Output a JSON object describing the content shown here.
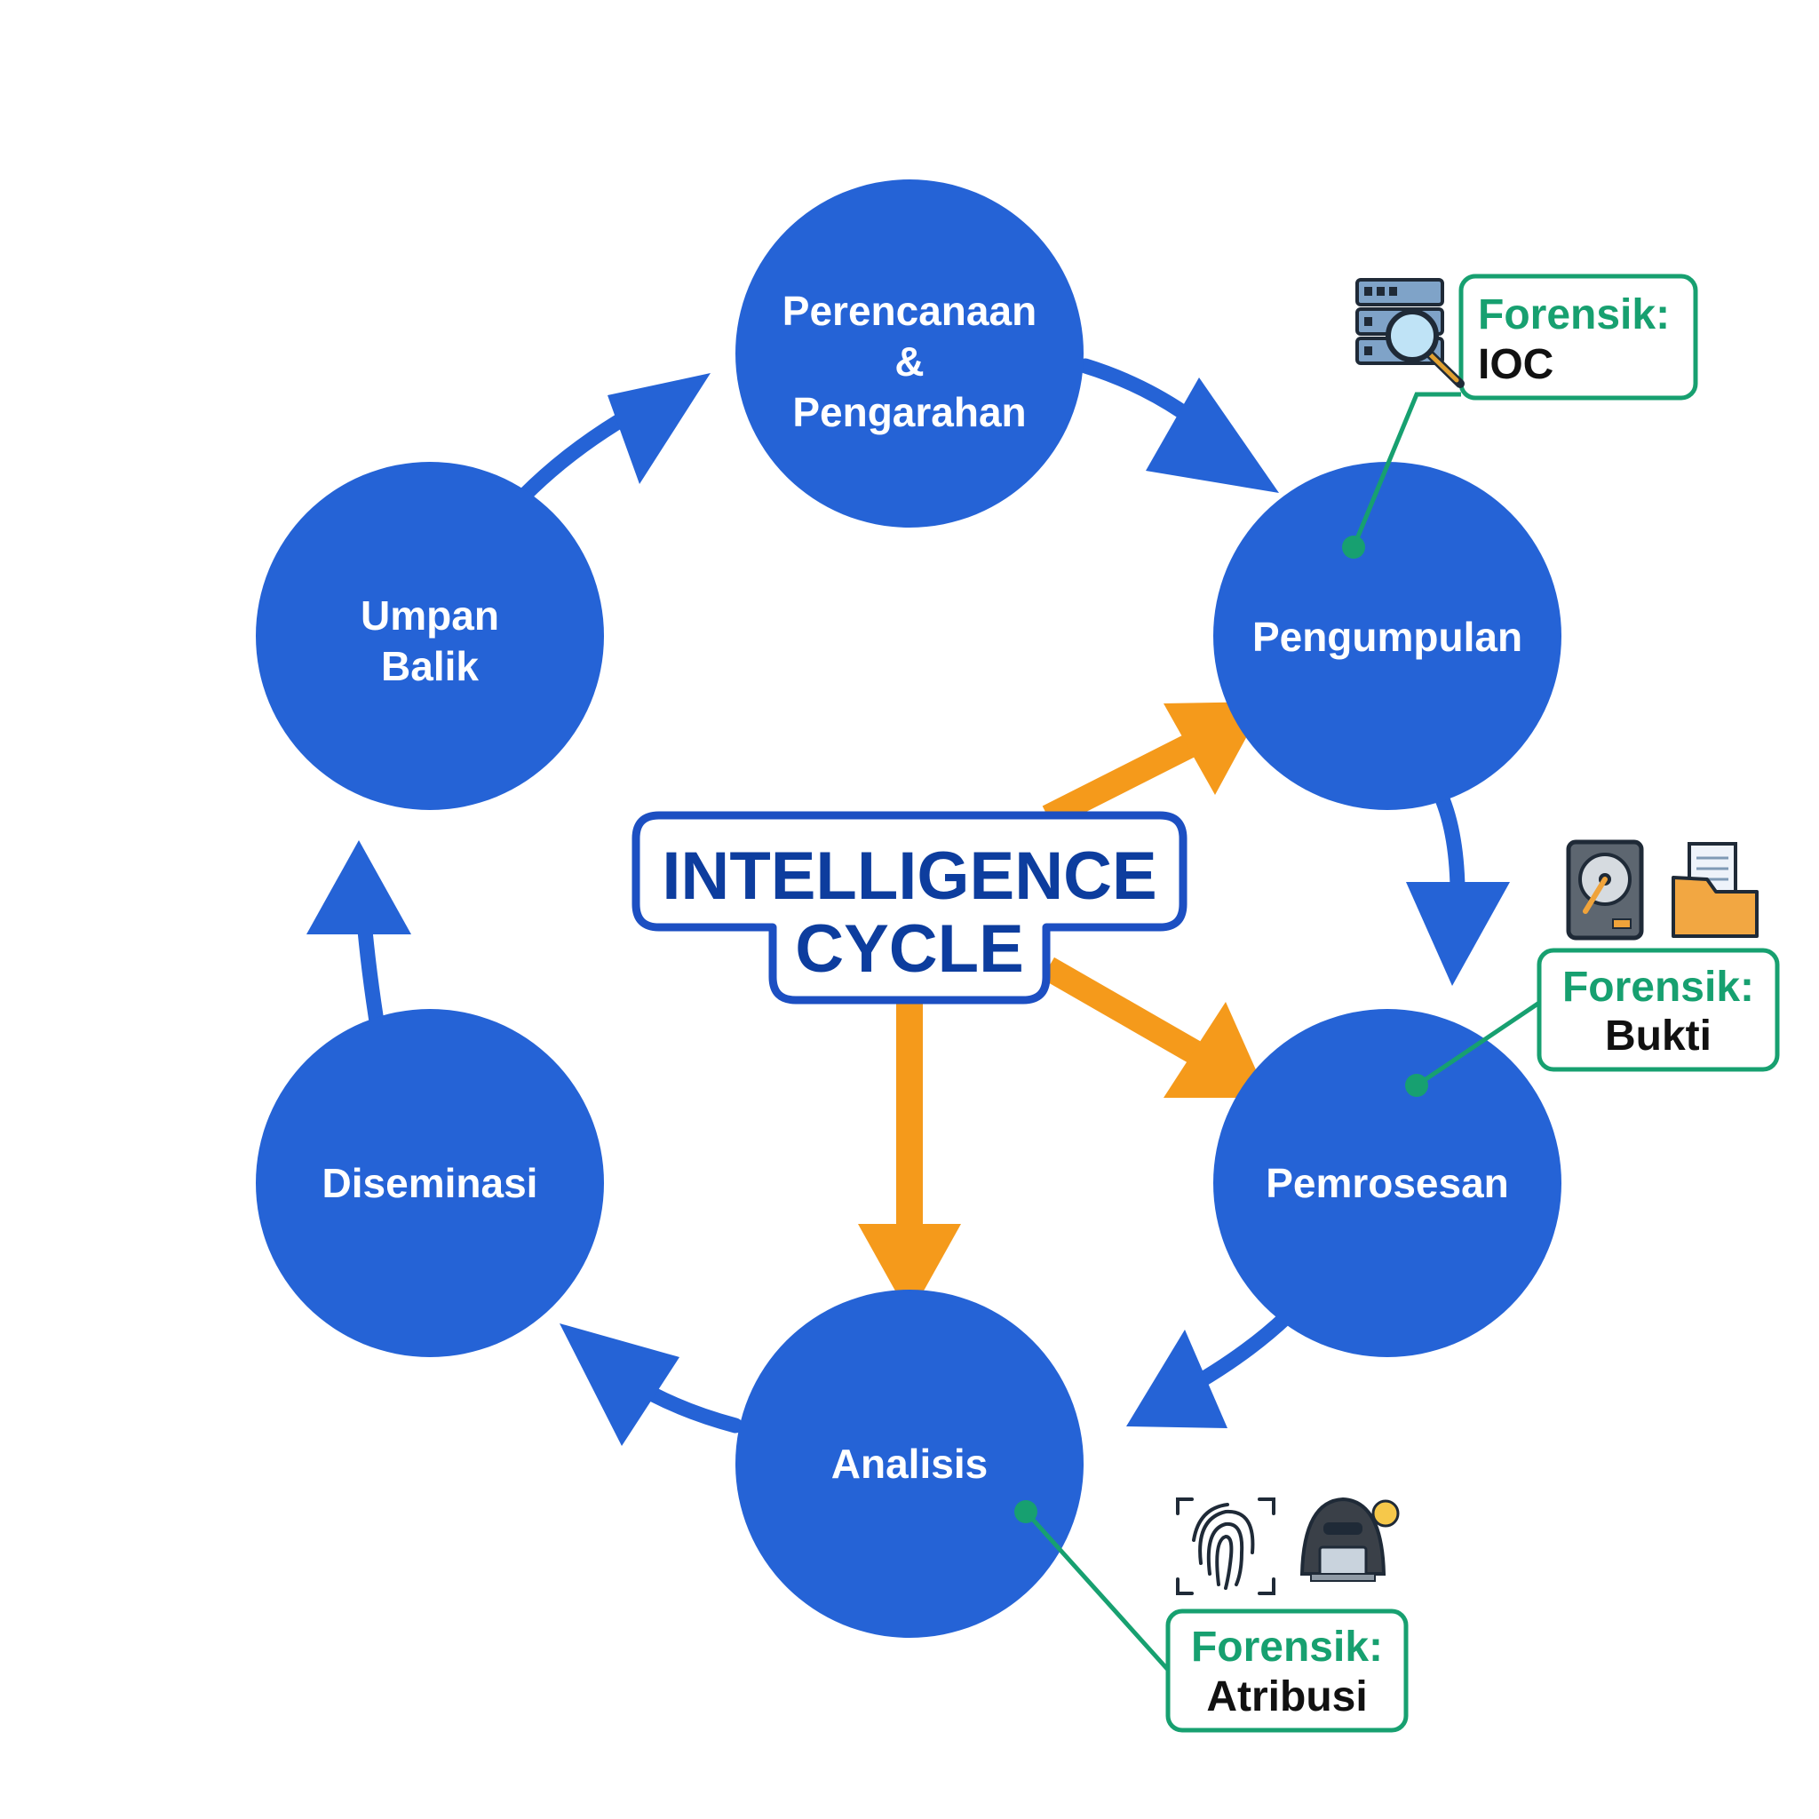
{
  "diagram": {
    "center": {
      "line1": "INTELLIGENCE",
      "line2": "CYCLE"
    },
    "phases": [
      {
        "lines": [
          "Perencanaan",
          "&",
          "Pengarahan"
        ]
      },
      {
        "lines": [
          "Pengumpulan"
        ]
      },
      {
        "lines": [
          "Pemrosesan"
        ]
      },
      {
        "lines": [
          "Analisis"
        ]
      },
      {
        "lines": [
          "Diseminasi"
        ]
      },
      {
        "lines": [
          "Umpan",
          "Balik"
        ]
      }
    ],
    "callouts": [
      {
        "heading": "Forensik:",
        "value": "IOC",
        "icons": [
          "server-search-icon"
        ]
      },
      {
        "heading": "Forensik:",
        "value": "Bukti",
        "icons": [
          "hard-drive-icon",
          "folder-documents-icon"
        ]
      },
      {
        "heading": "Forensik:",
        "value": "Atribusi",
        "icons": [
          "fingerprint-icon",
          "hacker-laptop-icon"
        ]
      }
    ]
  },
  "colors": {
    "phase_blue": "#2563d6",
    "center_text": "#0d3d9e",
    "orange_arrow": "#f59a1b",
    "forensic_green": "#17a070"
  }
}
